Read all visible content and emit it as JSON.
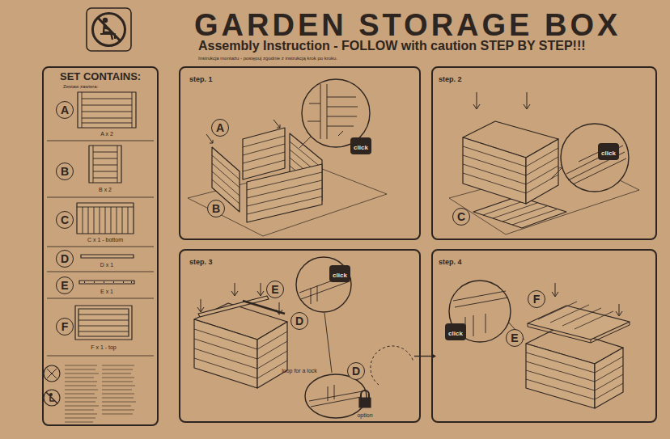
{
  "diagram": {
    "title": "GARDEN STORAGE BOX",
    "nodes": [
      {
        "text": [
          "SET CONTAINS:",
          "Zestaw zawiera:"
        ]
      },
      {
        "text": [
          "A"
        ],
        "in": 0
      },
      {
        "text": [
          "B"
        ],
        "in": 0
      },
      {
        "text": [
          "C"
        ],
        "in": 0
      },
      {
        "text": [
          "D"
        ],
        "in": 0
      },
      {
        "text": [
          "E"
        ],
        "in": 0
      },
      {
        "text": [
          "F"
        ],
        "in": 0
      },
      {
        "text": [
          "step. 1"
        ]
      },
      {
        "text": [
          "A"
        ],
        "in": 7
      },
      {
        "text": [
          "B"
        ],
        "in": 7
      },
      {
        "text": [
          "click"
        ],
        "in": 7
      },
      {
        "text": [
          "step. 2"
        ]
      },
      {
        "text": [
          "C"
        ],
        "in": 11
      },
      {
        "text": [
          "click"
        ],
        "in": 11
      },
      {
        "text": [
          "step. 3"
        ]
      },
      {
        "text": [
          "E"
        ],
        "in": 14
      },
      {
        "text": [
          "D"
        ],
        "in": 14
      },
      {
        "text": [
          "click"
        ],
        "in": 14
      },
      {
        "text": [
          "D"
        ],
        "in": 14
      },
      {
        "text": [
          "step. 4"
        ]
      },
      {
        "text": [
          "F"
        ],
        "in": 19
      },
      {
        "text": [
          "E"
        ],
        "in": 19
      },
      {
        "text": [
          "click"
        ],
        "in": 19
      }
    ],
    "edges": [
      {
        "from": 14,
        "to": 19,
        "arrow": "to"
      }
    ],
    "labels": [
      "Assembly Instruction - FOLLOW with caution STEP BY STEP!!!",
      "Instrukcja montażu - postępuj zgodnie z instrukcją krok po kroku.",
      "A x 2",
      "B x 2",
      "C x 1 - bottom",
      "D x 1",
      "E x 1",
      "F x 1 - top",
      "loop for a lock",
      "option"
    ]
  }
}
